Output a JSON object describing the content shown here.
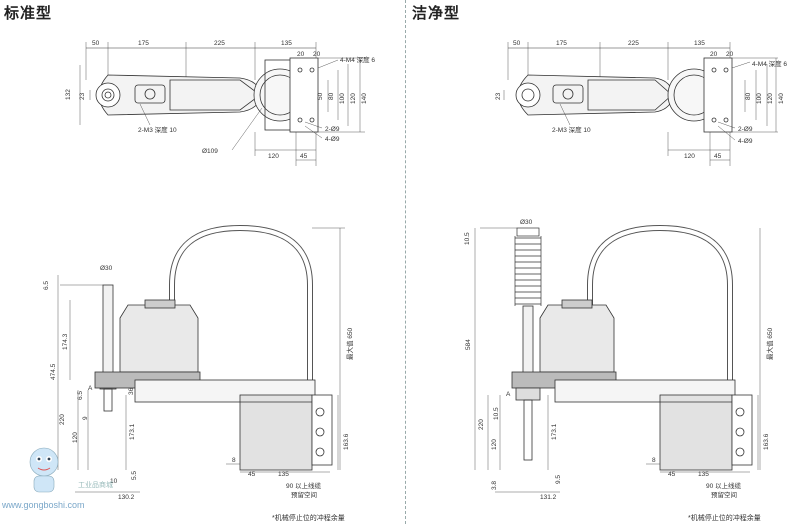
{
  "titles": {
    "standard": "标准型",
    "clean": "洁净型"
  },
  "top_dims": {
    "left": {
      "d50": "50",
      "d175": "175",
      "d225": "225",
      "d135": "135",
      "d20a": "20",
      "d20b": "20",
      "m4": "4-M4 深度 6",
      "d132": "132",
      "d23": "23",
      "d50v": "50",
      "d80": "80",
      "d100": "100",
      "d120": "120",
      "d140": "140",
      "m3": "2-M3 深度 10",
      "phi9a": "2-Ø9",
      "phi9b": "4-Ø9",
      "phi109": "Ø109",
      "d120h": "120",
      "d45": "45"
    },
    "right": {
      "d50": "50",
      "d175": "175",
      "d225": "225",
      "d135": "135",
      "d20a": "20",
      "d20b": "20",
      "m4": "4-M4 深度 6",
      "d23": "23",
      "d80": "80",
      "d100": "100",
      "d120": "120",
      "d140": "140",
      "m3": "2-M3 深度 10",
      "phi9a": "2-Ø9",
      "phi9b": "4-Ø9",
      "d120h": "120",
      "d45": "45"
    }
  },
  "side_dims": {
    "left": {
      "phi30": "Ø30",
      "d65": "6.5",
      "d1743": "174.3",
      "d4745": "474.5",
      "d65b": "6.5",
      "d220": "220",
      "d120": "120",
      "d9": "9",
      "d1731": "173.1",
      "d36": "36",
      "d55": "5.5",
      "d10": "10",
      "d1302": "130.2",
      "d45": "45",
      "d135": "135",
      "d8": "8",
      "d1636": "163.6",
      "max650": "最大值 650",
      "a": "A",
      "space1": "90 以上线缆",
      "space2": "预留空间",
      "note": "*机械停止位的冲程余量"
    },
    "right": {
      "phi30": "Ø30",
      "d105": "10.5",
      "d584": "584",
      "d105b": "10.5",
      "d220": "220",
      "d120": "120",
      "d38": "3.8",
      "d1731": "173.1",
      "d95": "9.5",
      "d1312": "131.2",
      "d45": "45",
      "d135": "135",
      "d8": "8",
      "d1636": "163.6",
      "max650": "最大值 650",
      "a": "A",
      "space1": "90 以上线缆",
      "space2": "预留空间",
      "note": "*机械停止位的冲程余量"
    }
  },
  "watermark": {
    "site": "www.gongboshi.com",
    "text": "工业品商城"
  }
}
